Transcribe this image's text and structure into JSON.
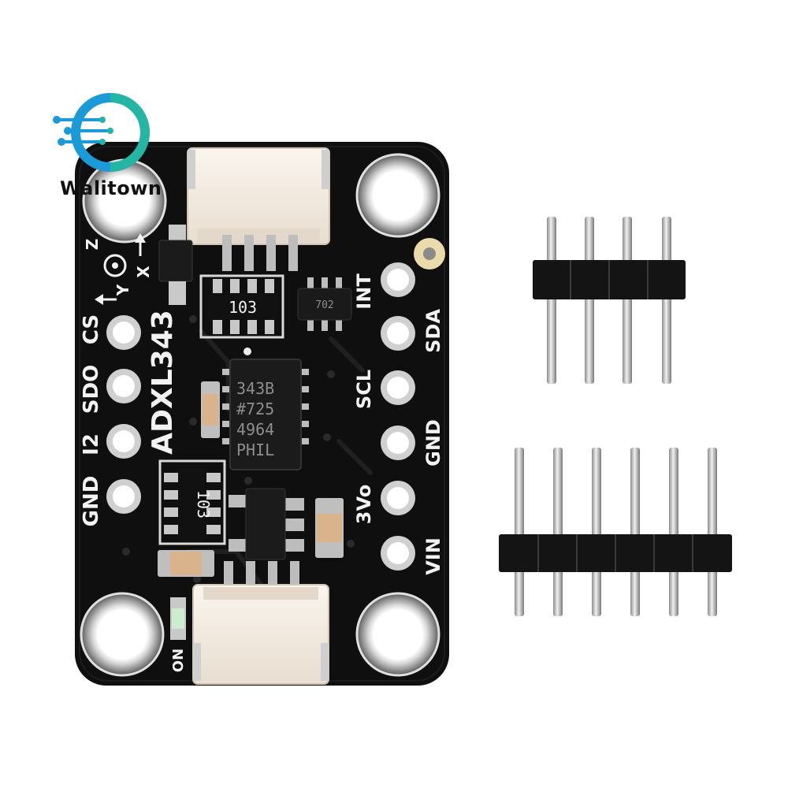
{
  "logo": {
    "brand": "Walitown",
    "icon": "circuit-d-logo-icon",
    "colors": [
      "#1a9bd7",
      "#25b5a4"
    ]
  },
  "board": {
    "name": "ADXL343",
    "left_pins": [
      "CS",
      "SDO",
      "I2",
      "GND"
    ],
    "right_pins": [
      "INT",
      "SDA",
      "SCL",
      "GND",
      "3Vo",
      "VIN"
    ],
    "axes": {
      "x": "X",
      "y": "Y",
      "z": "Z"
    },
    "led_label": "ON",
    "chips": {
      "main": [
        "343B",
        "#725",
        "4964",
        "PHIL"
      ],
      "resistor_top": "103",
      "resistor_left": "103",
      "small_chip": "702"
    }
  },
  "headers": {
    "short_header_pins": 4,
    "long_header_pins": 6
  },
  "colors": {
    "board": "#0f0f0f",
    "silkscreen": "#f2f2f2",
    "pad": "#c8c8c8",
    "connector": "#f2e9df"
  }
}
